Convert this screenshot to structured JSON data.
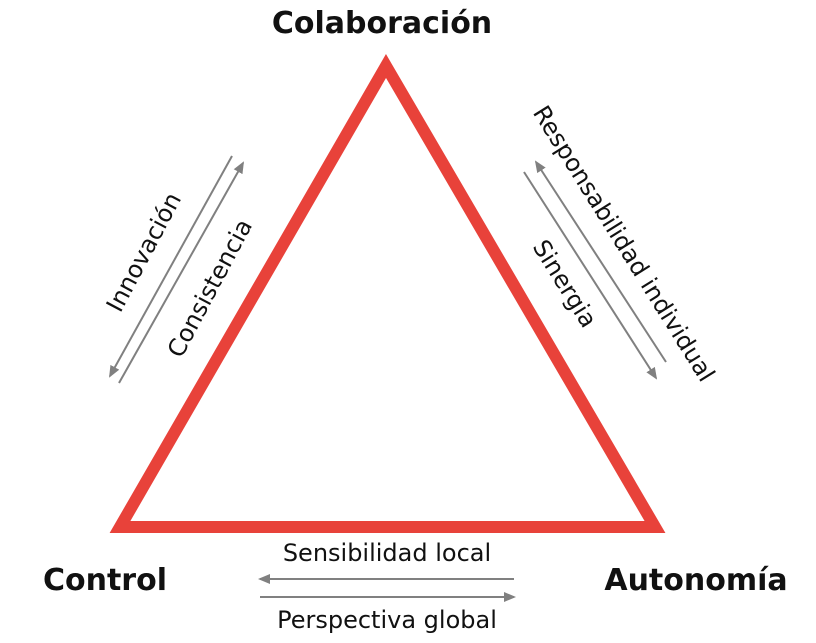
{
  "vertices": {
    "top": "Colaboración",
    "left": "Control",
    "right": "Autonomía"
  },
  "edges": {
    "left": {
      "outer": "Innovación",
      "inner": "Consistencia"
    },
    "right": {
      "outer": "Responsabilidad individual",
      "inner": "Sinergia"
    },
    "bottom": {
      "upper": "Sensibilidad local",
      "lower": "Perspectiva global"
    }
  },
  "colors": {
    "triangle": "#e8423a",
    "arrow": "#808080",
    "text": "#111111"
  }
}
